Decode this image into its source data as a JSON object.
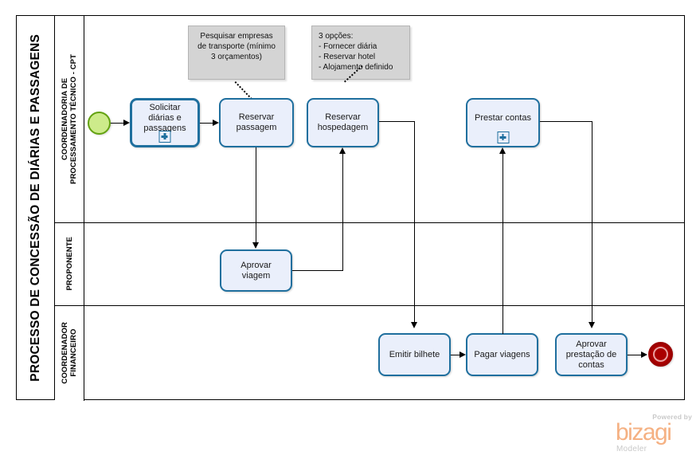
{
  "pool": {
    "title": "PROCESSO DE CONCESSÃO DE DIÁRIAS E PASSAGENS",
    "lanes": [
      {
        "id": "cpt",
        "label": "COORDENADORIA DE\nPROCESSAMENTO TÉCNICO - CPT"
      },
      {
        "id": "proponente",
        "label": "PROPONENTE"
      },
      {
        "id": "financeiro",
        "label": "COORDENADOR\nFINANCEIRO"
      }
    ]
  },
  "events": {
    "start": {
      "name": "start-event",
      "color": "#cdeb8b",
      "border": "#63a211"
    },
    "end": {
      "name": "end-event",
      "color": "#aa0000",
      "border": "#9b0000"
    }
  },
  "tasks": [
    {
      "id": "solicitar",
      "label": "Solicitar diárias e passagens",
      "marker": "sub-process-plus",
      "type": "subprocess"
    },
    {
      "id": "reservar-passagem",
      "label": "Reservar passagem",
      "marker": null,
      "type": "task"
    },
    {
      "id": "reservar-hospedagem",
      "label": "Reservar hospedagem",
      "marker": null,
      "type": "task"
    },
    {
      "id": "prestar-contas",
      "label": "Prestar contas",
      "marker": "sub-process-plus",
      "type": "task"
    },
    {
      "id": "aprovar-viagem",
      "label": "Aprovar viagem",
      "marker": null,
      "type": "task"
    },
    {
      "id": "emitir-bilhete",
      "label": "Emitir bilhete",
      "marker": null,
      "type": "task"
    },
    {
      "id": "pagar-viagens",
      "label": "Pagar viagens",
      "marker": null,
      "type": "task"
    },
    {
      "id": "aprovar-prestacao",
      "label": "Aprovar prestação de contas",
      "marker": null,
      "type": "task"
    }
  ],
  "annotations": [
    {
      "id": "note-transporte",
      "text": "Pesquisar empresas de transporte (mínimo 3 orçamentos)",
      "align": "center"
    },
    {
      "id": "note-opcoes",
      "line1": "3 opções:",
      "line2": "- Fornecer diária",
      "line3": "- Reservar hotel",
      "line4": "- Alojamento definido",
      "align": "left"
    }
  ],
  "logo": {
    "powered_by": "Powered by",
    "brand": "bizagi",
    "product": "Modeler",
    "brand_color": "#f5b183"
  },
  "colors": {
    "task_fill": "#eaeffb",
    "task_border": "#1f6f9e",
    "note_fill": "#d4d4d4",
    "connector": "#000000"
  }
}
